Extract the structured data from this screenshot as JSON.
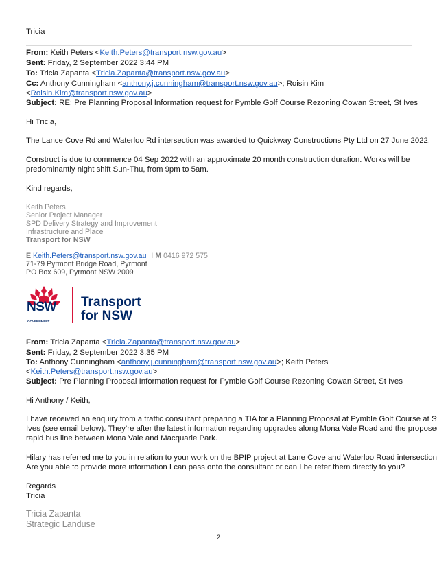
{
  "top_name": "Tricia",
  "email1": {
    "from_label": "From:",
    "from_name": "Keith Peters <",
    "from_email": "Keith.Peters@transport.nsw.gov.au",
    "from_end": ">",
    "sent_label": "Sent:",
    "sent_value": "Friday, 2 September 2022 3:44 PM",
    "to_label": "To:",
    "to_name": "Tricia Zapanta <",
    "to_email": "Tricia.Zapanta@transport.nsw.gov.au",
    "to_end": ">",
    "cc_label": "Cc:",
    "cc_name1": "Anthony Cunningham <",
    "cc_email1": "anthony.j.cunningham@transport.nsw.gov.au",
    "cc_mid": ">; Roisin Kim",
    "cc_open2": "<",
    "cc_email2": "Roisin.Kim@transport.nsw.gov.au",
    "cc_end2": ">",
    "subject_label": "Subject:",
    "subject_value": "RE: Pre Planning Proposal Information request for Pymble Golf Course Rezoning Cowan Street, St Ives",
    "greeting": "Hi Tricia,",
    "para1": "The Lance Cove Rd and Waterloo Rd intersection was awarded to Quickway Constructions Pty Ltd on 27 June 2022.",
    "para2_line1": "Construct is due to commence 04 Sep 2022 with an approximate 20 month construction duration. Works will be",
    "para2_line2": "predominantly night shift Sun-Thu, from 9pm to 5am.",
    "closing": "Kind regards,"
  },
  "signature": {
    "name": "Keith Peters",
    "title": "Senior Project Manager",
    "dept": "SPD Delivery Strategy and Improvement",
    "div": "Infrastructure and Place",
    "org": "Transport for NSW",
    "e_label": "E",
    "email": "Keith.Peters@transport.nsw.gov.au",
    "sep": "I",
    "m_label": "M",
    "mobile": "0416 972 575",
    "addr1": "71-79 Pyrmont Bridge Road, Pyrmont",
    "addr2": "PO Box 609, Pyrmont NSW 2009"
  },
  "logo": {
    "nsw_text": "NSW",
    "gov_text": "GOVERNMENT",
    "line1": "Transport",
    "line2": "for NSW",
    "red": "#d7153a",
    "navy": "#002664"
  },
  "email2": {
    "from_label": "From:",
    "from_name": "Tricia Zapanta <",
    "from_email": "Tricia.Zapanta@transport.nsw.gov.au",
    "from_end": ">",
    "sent_label": "Sent:",
    "sent_value": "Friday, 2 September 2022 3:35 PM",
    "to_label": "To:",
    "to_name1": "Anthony Cunningham <",
    "to_email1": "anthony.j.cunningham@transport.nsw.gov.au",
    "to_mid": ">; Keith Peters",
    "to_open2": "<",
    "to_email2": "Keith.Peters@transport.nsw.gov.au",
    "to_end2": ">",
    "subject_label": "Subject:",
    "subject_value": "Pre Planning Proposal Information request for Pymble Golf Course Rezoning Cowan Street, St Ives",
    "greeting": "Hi Anthony / Keith,",
    "para1_line1": "I have received an enquiry from a traffic consultant preparing a TIA for a Planning Proposal at Pymble Golf Course at St",
    "para1_line2": "Ives (see email below). They’re after the latest information regarding upgrades along Mona Vale Road and the proposed",
    "para1_line3": "rapid bus line between Mona Vale and Macquarie Park.",
    "para2_line1": "Hilary has referred me to you in relation to your work on the BPIP project at Lane Cove and Waterloo Road intersection.",
    "para2_line2": "Are you able to provide more information I can pass onto the consultant or can I be refer them directly to you?",
    "regards": "Regards",
    "sign_name": "Tricia",
    "sig_name": "Tricia Zapanta",
    "sig_title": "Strategic Landuse"
  },
  "page_number": "2"
}
